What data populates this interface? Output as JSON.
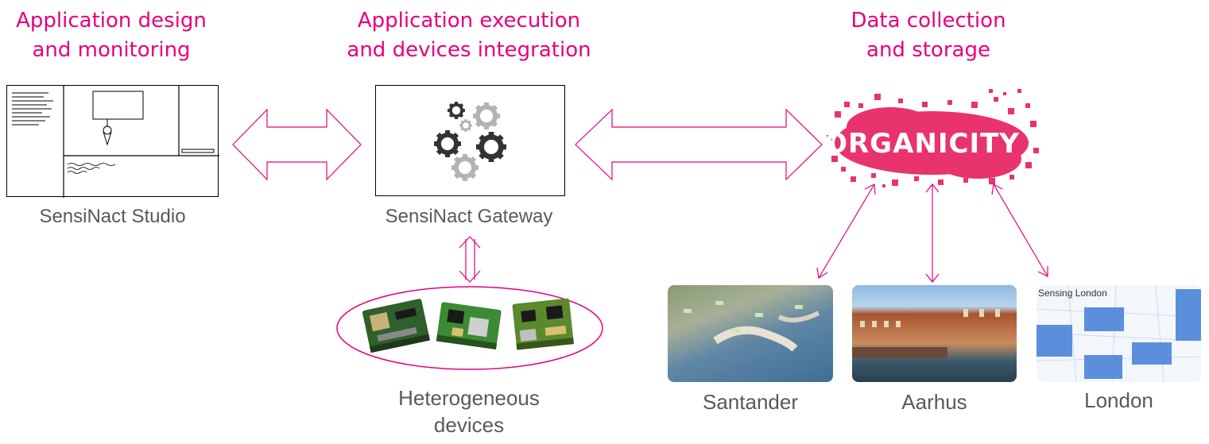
{
  "headings": {
    "design": [
      "Application design",
      "and monitoring"
    ],
    "execution": [
      "Application execution",
      "and devices integration"
    ],
    "data": [
      "Data collection",
      "and storage"
    ]
  },
  "captions": {
    "studio": "SensiNact Studio",
    "gateway": "SensiNact Gateway",
    "devices": [
      "Heterogeneous",
      "devices"
    ],
    "santander": "Santander",
    "aarhus": "Aarhus",
    "london": "London"
  },
  "logo": {
    "text": "ORGANICITY"
  },
  "london_panel": {
    "title": "Sensing London"
  },
  "colors": {
    "accent": "#e6007e",
    "logo": "#e8336d",
    "caption": "#595959"
  }
}
